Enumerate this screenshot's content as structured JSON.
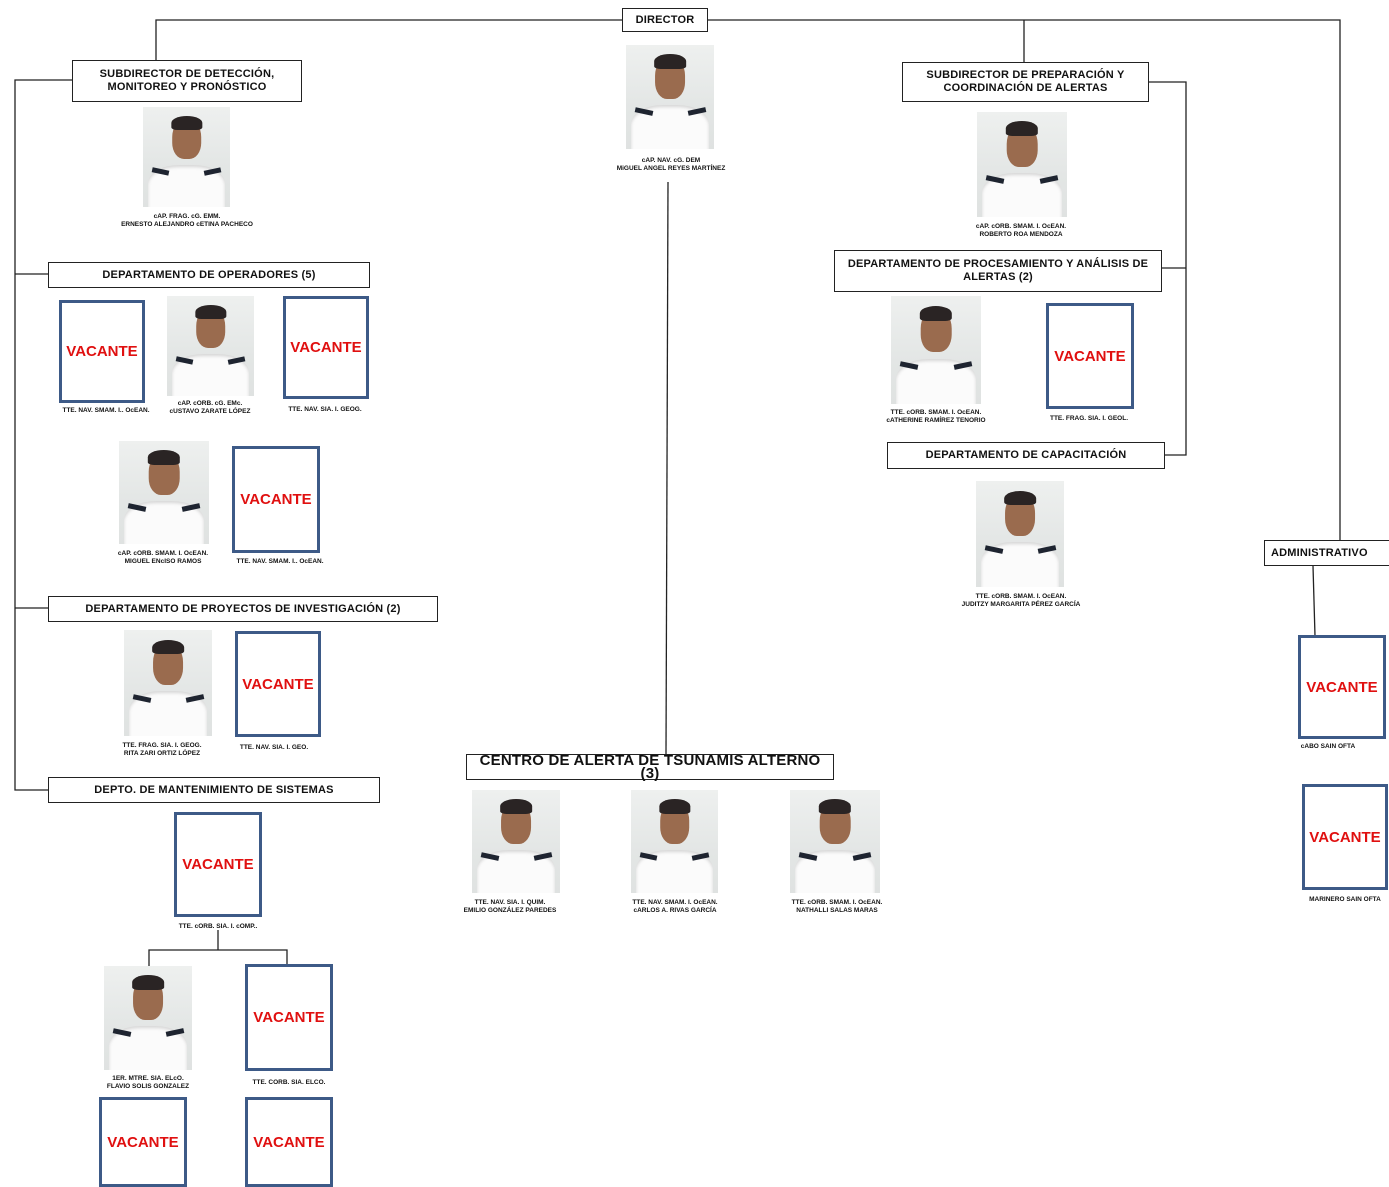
{
  "titles": {
    "director": "DIRECTOR",
    "sub_deteccion": "SUBDIRECTOR DE DETECCIÓN, MONITOREO Y PRONÓSTICO",
    "sub_preparacion": "SUBDIRECTOR DE PREPARACIÓN Y COORDINACIÓN DE ALERTAS",
    "dep_operadores": "DEPARTAMENTO DE OPERADORES  (5)",
    "dep_proyectos": "DEPARTAMENTO DE PROYECTOS DE INVESTIGACIÓN (2)",
    "dep_mantenimiento": "DEPTO. DE MANTENIMIENTO DE SISTEMAS",
    "dep_procesamiento": "DEPARTAMENTO DE PROCESAMIENTO Y ANÁLISIS DE ALERTAS (2)",
    "dep_capacitacion": "DEPARTAMENTO DE CAPACITACIÓN",
    "administrativo": "ADMINISTRATIVO",
    "centro_alterno": "CENTRO DE ALERTA DE TSUNAMIS ALTERNO (3)"
  },
  "vacant_label": "VACANTE",
  "captions": {
    "director": "cAP. NAV. cG. DEM\nMiGUEL ANGEL REYES MARTÍNEZ",
    "sub_deteccion": "cAP. FRAG. cG. EMM.\nERNESTO ALEJANDRO cETINA PACHECO",
    "sub_preparacion": "cAP. cORB. SMAM. I. OcEAN.\nROBERTO ROA MENDOZA",
    "op_vac1": "TTE. NAV. SMAM. I.. OcEAN.",
    "op_zarate": "cAP. cORB. cG. EMc.\ncUSTAVO ZARATE LÓPEZ",
    "op_vac2": "TTE. NAV. SIA. I. GEOG.",
    "op_enciso": "cAP. cORB. SMAM. I. OcEAN.\nMIGUEL ENcISO RAMOS",
    "op_vac3": "TTE. NAV. SMAM. I.. OcEAN.",
    "proy_ortiz": "TTE. FRAG. SIA. I. GEOG.\nRITA ZARI ORTIZ LÓPEZ",
    "proy_vac": "TTE. NAV. SIA. I. GEO.",
    "mant_vac": "TTE. cORB. SIA. I. cOMP..",
    "mant_solis": "1ER. MTRE. SIA. ELcO.\nFLAVIO SOLIS GONZALEZ",
    "mant_vac2": "TTE. CORB. SIA. ELCO.",
    "proc_ramirez": "TTE. cORB. SMAM. I. OcEAN.\ncATHERINE RAMÍREZ TENORIO",
    "proc_vac": "TTE. FRAG. SIA. I. GEOL.",
    "cap_perez": "TTE. cORB. SMAM. I. OcEAN.\nJUDITZY MARGARITA PÉREZ GARCÍA",
    "adm_vac1": "cABO SAIN OFTA",
    "adm_vac2": "MARINERO SAIN OFTA",
    "alt_gonzalez": "TTE. NAV. SIA. I. QUIM.\nEMILIO GONZÁLEZ PAREDES",
    "alt_rivas": "TTE. NAV. SMAM. I. OcEAN.\ncARLOS A. RIVAS GARCÍA",
    "alt_salas": "TTE. cORB. SMAM. I. OcEAN.\nNATHALLI SALAS MARAS"
  }
}
